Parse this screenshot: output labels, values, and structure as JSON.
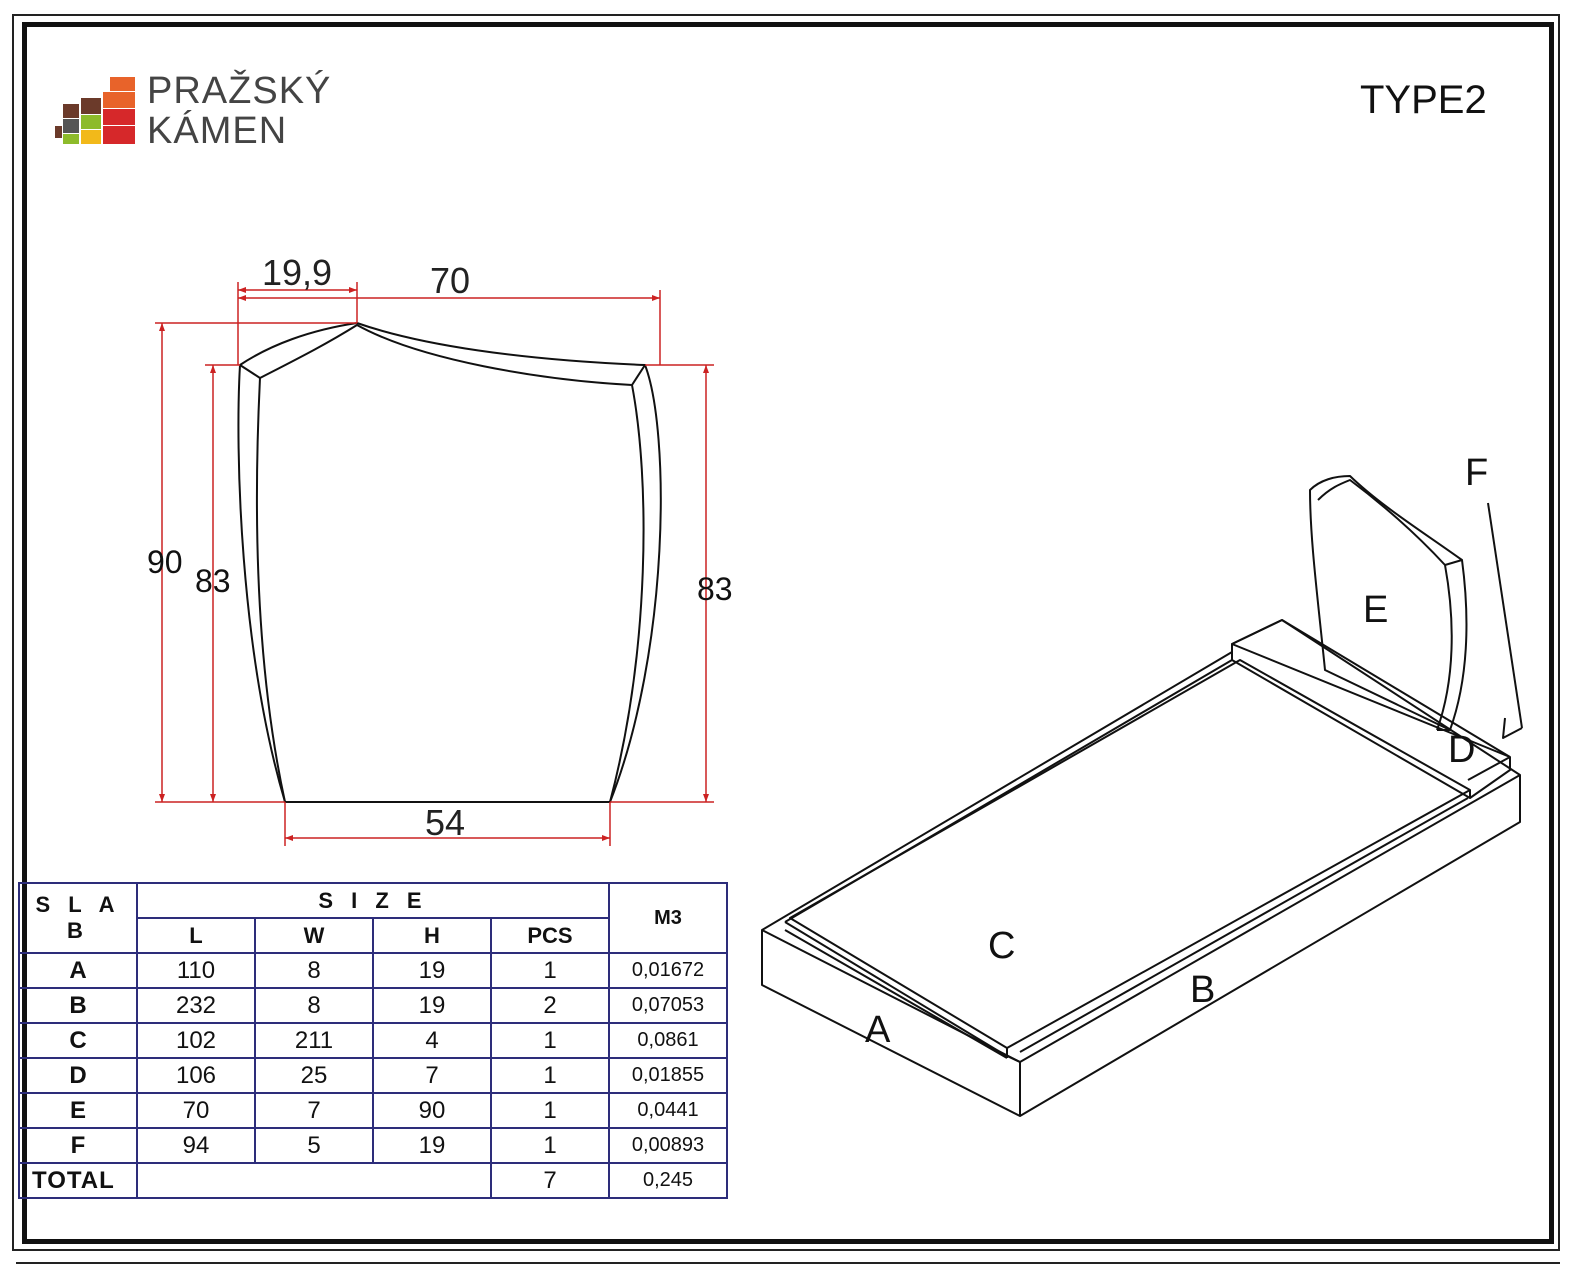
{
  "brand": {
    "line1": "PRAŽSKÝ",
    "line2": "KÁMEN"
  },
  "type_label": "TYPE2",
  "front_view": {
    "dimensions": {
      "top_offset": "19,9",
      "top_width": "70",
      "bottom_width": "54",
      "total_height": "90",
      "left_height": "83",
      "right_height": "83"
    }
  },
  "iso_view": {
    "labels": {
      "a": "A",
      "b": "B",
      "c": "C",
      "d": "D",
      "e": "E",
      "f": "F"
    }
  },
  "table": {
    "headers": {
      "slab": "S L A B",
      "size": "S I Z E",
      "l": "L",
      "w": "W",
      "h": "H",
      "pcs": "PCS",
      "m3": "M3"
    },
    "rows": [
      {
        "slab": "A",
        "l": "110",
        "w": "8",
        "h": "19",
        "pcs": "1",
        "m3": "0,01672"
      },
      {
        "slab": "B",
        "l": "232",
        "w": "8",
        "h": "19",
        "pcs": "2",
        "m3": "0,07053"
      },
      {
        "slab": "C",
        "l": "102",
        "w": "211",
        "h": "4",
        "pcs": "1",
        "m3": "0,0861"
      },
      {
        "slab": "D",
        "l": "106",
        "w": "25",
        "h": "7",
        "pcs": "1",
        "m3": "0,01855"
      },
      {
        "slab": "E",
        "l": "70",
        "w": "7",
        "h": "90",
        "pcs": "1",
        "m3": "0,0441"
      },
      {
        "slab": "F",
        "l": "94",
        "w": "5",
        "h": "19",
        "pcs": "1",
        "m3": "0,00893"
      }
    ],
    "total": {
      "label": "TOTAL",
      "pcs": "7",
      "m3": "0,245"
    }
  },
  "colors": {
    "dimension_line": "#cc2222",
    "table_border": "#2d2d7a",
    "logo_orange": "#e8632a",
    "logo_red": "#d6282a",
    "logo_green": "#8dbb2b",
    "logo_yellow": "#f2b91a",
    "logo_brown": "#6b3a2a",
    "logo_gray": "#555555"
  }
}
